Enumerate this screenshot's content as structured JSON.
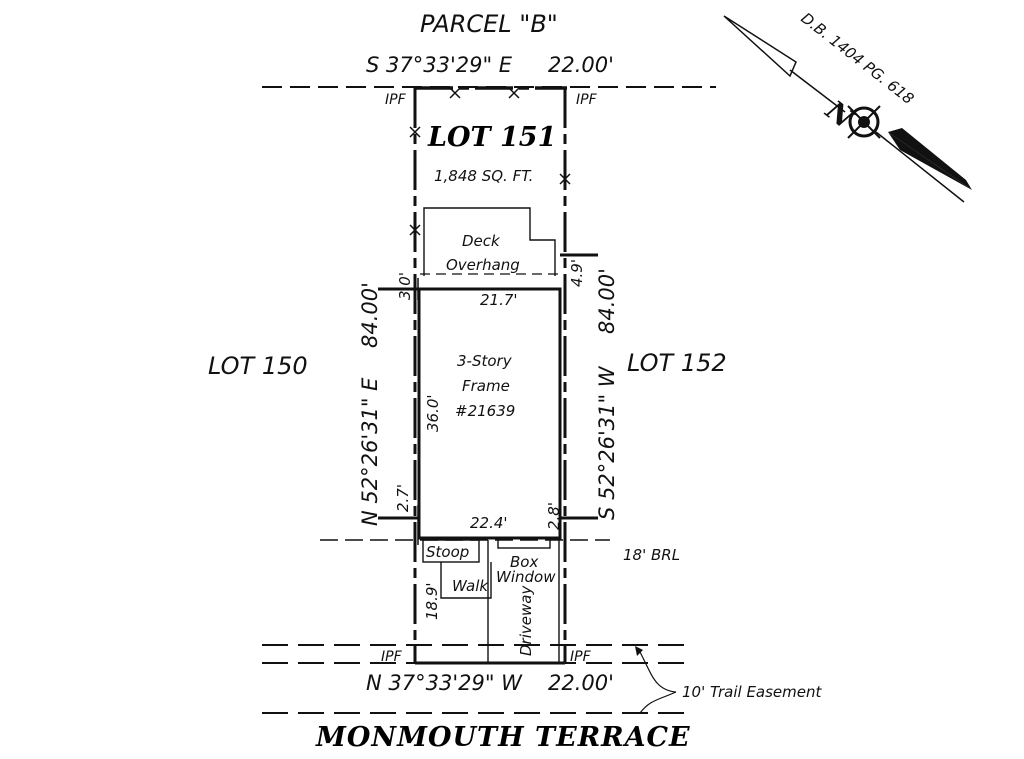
{
  "parcel_b": "PARCEL \"B\"",
  "deed_ref": "D.B. 1404 PG. 618",
  "north_label": "N",
  "top_bearing": "S 37°33'29\" E",
  "top_distance": "22.00'",
  "bottom_bearing": "N 37°33'29\" W",
  "bottom_distance": "22.00'",
  "left_bearing": "N 52°26'31\" E",
  "left_distance": "84.00'",
  "right_bearing": "S 52°26'31\" W",
  "right_distance": "84.00'",
  "ipf": "IPF",
  "lot_main": "LOT 151",
  "area": "1,848 SQ. FT.",
  "deck_line1": "Deck",
  "deck_line2": "Overhang",
  "house_line1": "3-Story",
  "house_line2": "Frame",
  "house_line3": "#21639",
  "lot_left": "LOT 150",
  "lot_right": "LOT 152",
  "dim_deck_width": "21.7'",
  "dim_house_front": "22.4'",
  "dim_house_depth": "36.0'",
  "dim_left_rear": "3.0'",
  "dim_right_rear": "4.9'",
  "dim_left_front": "2.7'",
  "dim_right_front": "2.8'",
  "dim_setback": "18.9'",
  "brl": "18' BRL",
  "stoop": "Stoop",
  "walk": "Walk",
  "box_window_line1": "Box",
  "box_window_line2": "Window",
  "driveway": "Driveway",
  "easement": "10' Trail Easement",
  "street": "MONMOUTH TERRACE"
}
